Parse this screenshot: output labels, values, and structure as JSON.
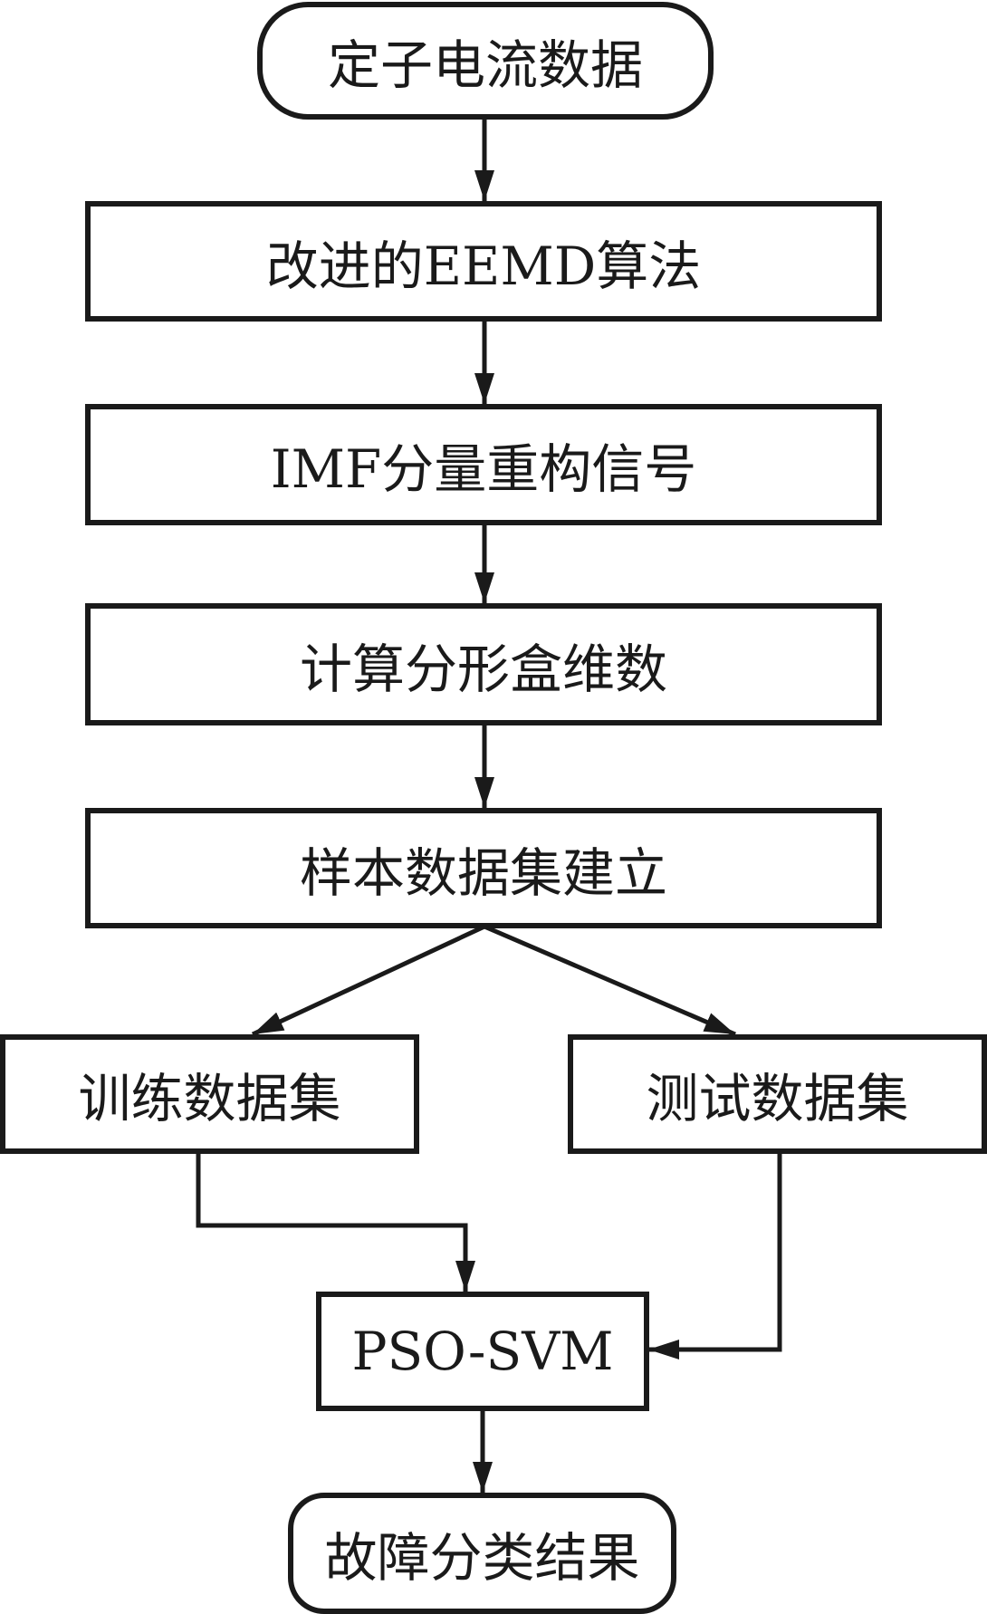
{
  "diagram": {
    "type": "flowchart",
    "colors": {
      "stroke": "#1a1a1a",
      "background": "#ffffff"
    },
    "nodes": {
      "start": {
        "label": "定子电流数据",
        "shape": "rounded"
      },
      "eemd": {
        "label": "改进的EEMD算法",
        "shape": "rect"
      },
      "imf": {
        "label": "IMF分量重构信号",
        "shape": "rect"
      },
      "fractal": {
        "label": "计算分形盒维数",
        "shape": "rect"
      },
      "dataset": {
        "label": "样本数据集建立",
        "shape": "rect"
      },
      "train": {
        "label": "训练数据集",
        "shape": "rect"
      },
      "test": {
        "label": "测试数据集",
        "shape": "rect"
      },
      "pso_svm": {
        "label": "PSO-SVM",
        "shape": "rect"
      },
      "result": {
        "label": "故障分类结果",
        "shape": "rounded"
      }
    },
    "edges": [
      {
        "from": "start",
        "to": "eemd"
      },
      {
        "from": "eemd",
        "to": "imf"
      },
      {
        "from": "imf",
        "to": "fractal"
      },
      {
        "from": "fractal",
        "to": "dataset"
      },
      {
        "from": "dataset",
        "to": "train"
      },
      {
        "from": "dataset",
        "to": "test"
      },
      {
        "from": "train",
        "to": "pso_svm"
      },
      {
        "from": "test",
        "to": "pso_svm"
      },
      {
        "from": "pso_svm",
        "to": "result"
      }
    ]
  }
}
